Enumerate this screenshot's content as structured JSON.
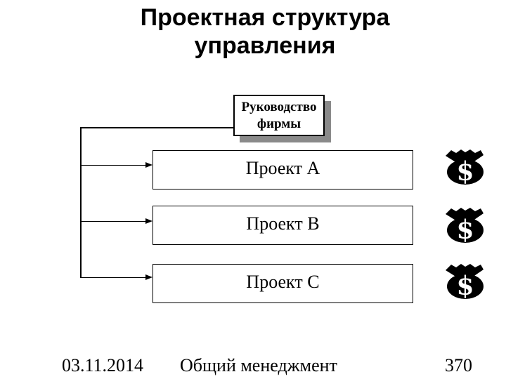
{
  "slide": {
    "title": "Проектная структура управления",
    "diagram": {
      "root_label": "Руководство фирмы",
      "projects": [
        {
          "label": "Проект А"
        },
        {
          "label": "Проект В"
        },
        {
          "label": "Проект С"
        }
      ],
      "money_symbol": "$"
    },
    "footer": {
      "date": "03.11.2014",
      "course": "Общий менеджмент",
      "page_number": "370"
    },
    "colors": {
      "background": "#ffffff",
      "line": "#000000",
      "box_shadow": "#8a8a8a",
      "icon_fill": "#000000",
      "icon_symbol": "#ffffff"
    }
  }
}
